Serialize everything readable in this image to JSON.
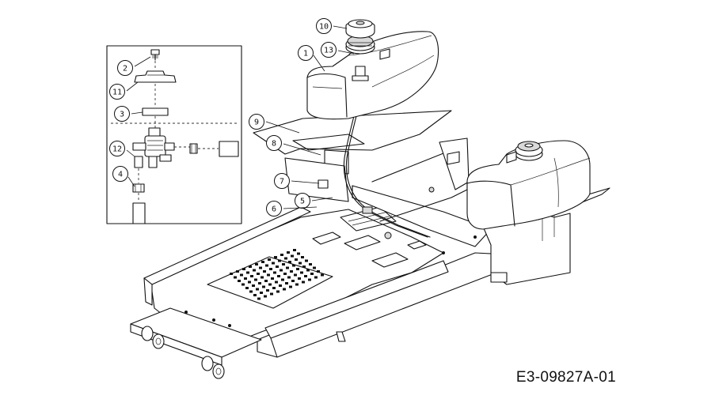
{
  "diagram": {
    "drawing_code": "E3-09827A-01",
    "callouts": [
      "10",
      "1",
      "13",
      "2",
      "11",
      "3",
      "12",
      "4",
      "9",
      "8",
      "7",
      "5",
      "6"
    ]
  }
}
